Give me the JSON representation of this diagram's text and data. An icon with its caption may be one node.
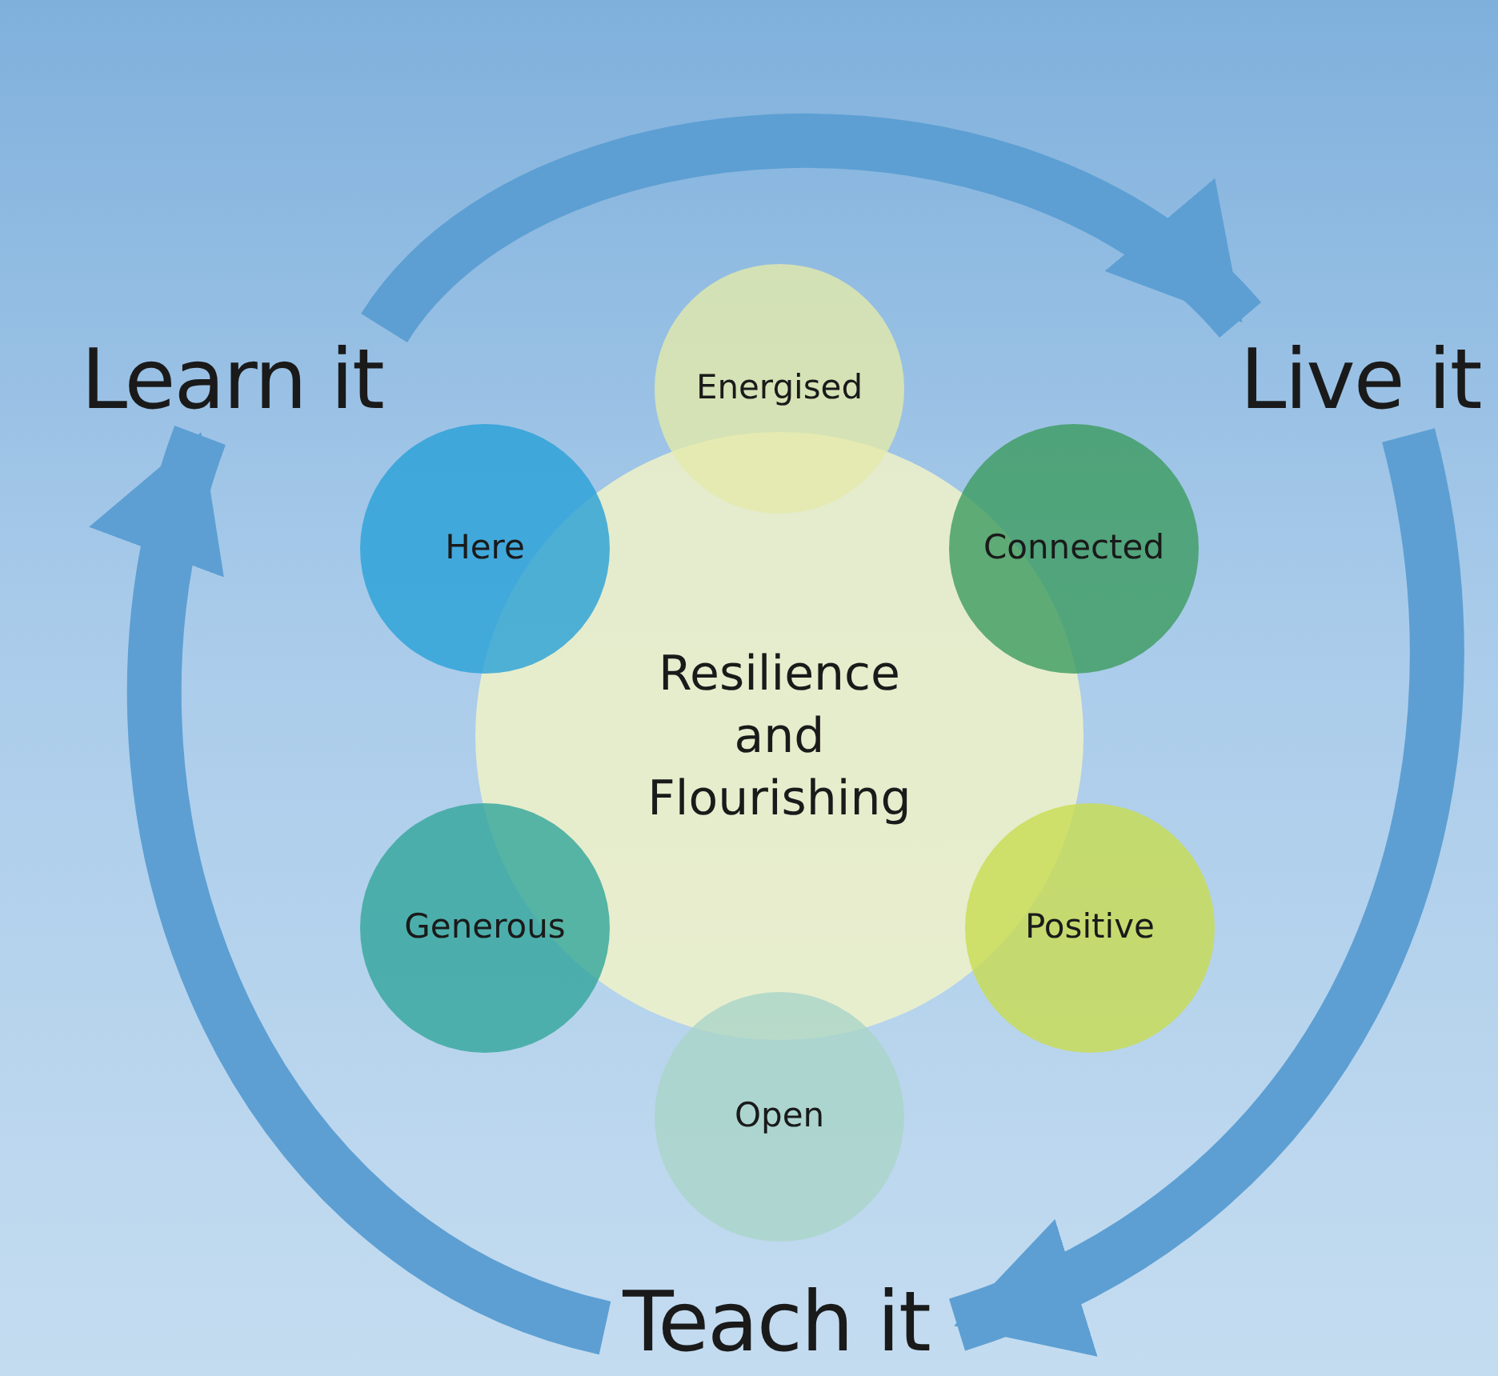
{
  "diagram": {
    "nodes": [
      {
        "text": [
          "Learn it"
        ]
      },
      {
        "text": [
          "Energised"
        ]
      },
      {
        "text": [
          "Live it"
        ]
      },
      {
        "text": [
          "Here"
        ]
      },
      {
        "text": [
          "Connected"
        ]
      },
      {
        "text": [
          "Resilience and Flourishing"
        ]
      },
      {
        "text": [
          "Generous"
        ]
      },
      {
        "text": [
          "Positive"
        ]
      },
      {
        "text": [
          "Open"
        ]
      },
      {
        "text": [
          "Teach it"
        ]
      }
    ],
    "edges": [
      {
        "from": 0,
        "to": 2,
        "arrow": "to"
      },
      {
        "from": 2,
        "to": 9,
        "arrow": "to"
      },
      {
        "from": 9,
        "to": 0,
        "arrow": "to"
      }
    ]
  }
}
